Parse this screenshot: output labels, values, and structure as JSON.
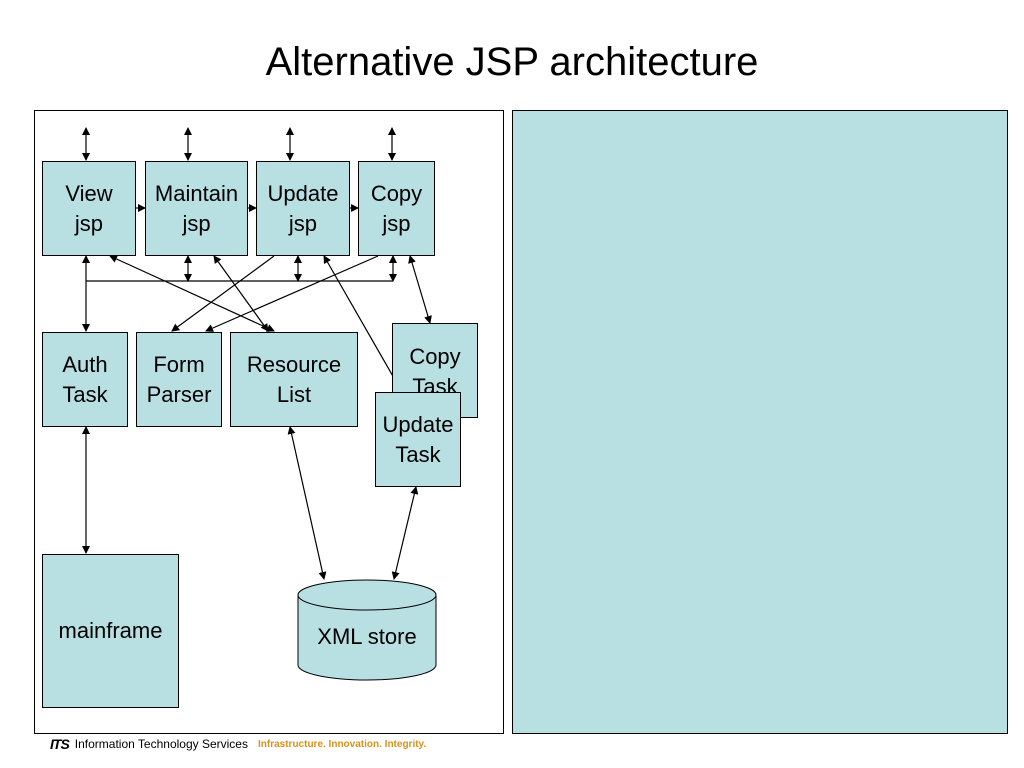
{
  "slide": {
    "title": "Alternative JSP architecture"
  },
  "diagram": {
    "jsp_boxes": [
      {
        "id": "view",
        "label": "View\njsp"
      },
      {
        "id": "maintain",
        "label": "Maintain\njsp"
      },
      {
        "id": "update",
        "label": "Update\njsp"
      },
      {
        "id": "copy",
        "label": "Copy\njsp"
      }
    ],
    "task_boxes": [
      {
        "id": "auth",
        "label": "Auth\nTask"
      },
      {
        "id": "form",
        "label": "Form\nParser"
      },
      {
        "id": "resource",
        "label": "Resource\nList"
      },
      {
        "id": "copytask",
        "label": "Copy\nTask"
      },
      {
        "id": "updatetask",
        "label": "Update\nTask"
      }
    ],
    "mainframe": {
      "label": "mainframe"
    },
    "xml_store": {
      "label": "XML store"
    }
  },
  "footer": {
    "logo": "ITS",
    "org": "Information Technology Services",
    "tagline": "Infrastructure. Innovation. Integrity."
  },
  "colors": {
    "box_fill": "#b8dfe2",
    "tagline": "#d9911a"
  }
}
